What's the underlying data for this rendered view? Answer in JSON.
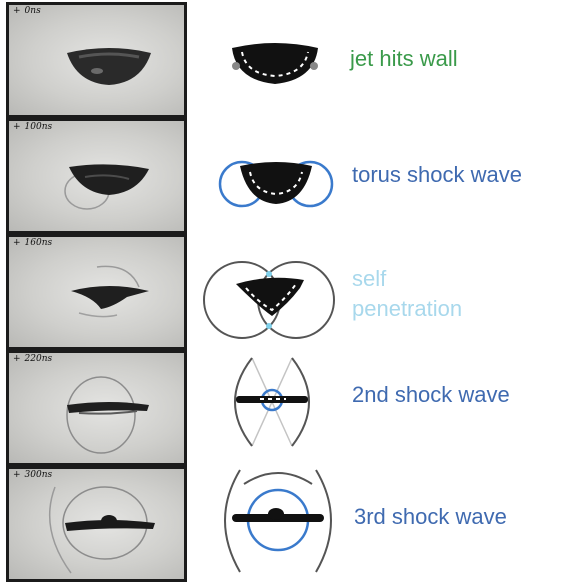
{
  "frames": [
    {
      "label": "0ns"
    },
    {
      "label": "100ns"
    },
    {
      "label": "160ns"
    },
    {
      "label": "220ns"
    },
    {
      "label": "300ns"
    }
  ],
  "frame_marker": "+",
  "captions": [
    {
      "text": "jet hits wall",
      "color": "#3a9a4a"
    },
    {
      "text": "torus shock wave",
      "color": "#3f6ab0"
    },
    {
      "text_line1": "self",
      "text_line2": "penetration",
      "color": "#a8d8ec"
    },
    {
      "text": "2nd shock wave",
      "color": "#3f6ab0"
    },
    {
      "text": "3rd shock wave",
      "color": "#3f6ab0"
    }
  ],
  "colors": {
    "wave_blue": "#3a7acc",
    "wave_grey": "#666666",
    "penetration_cyan": "#7fd0ea",
    "jet": "#111111"
  }
}
